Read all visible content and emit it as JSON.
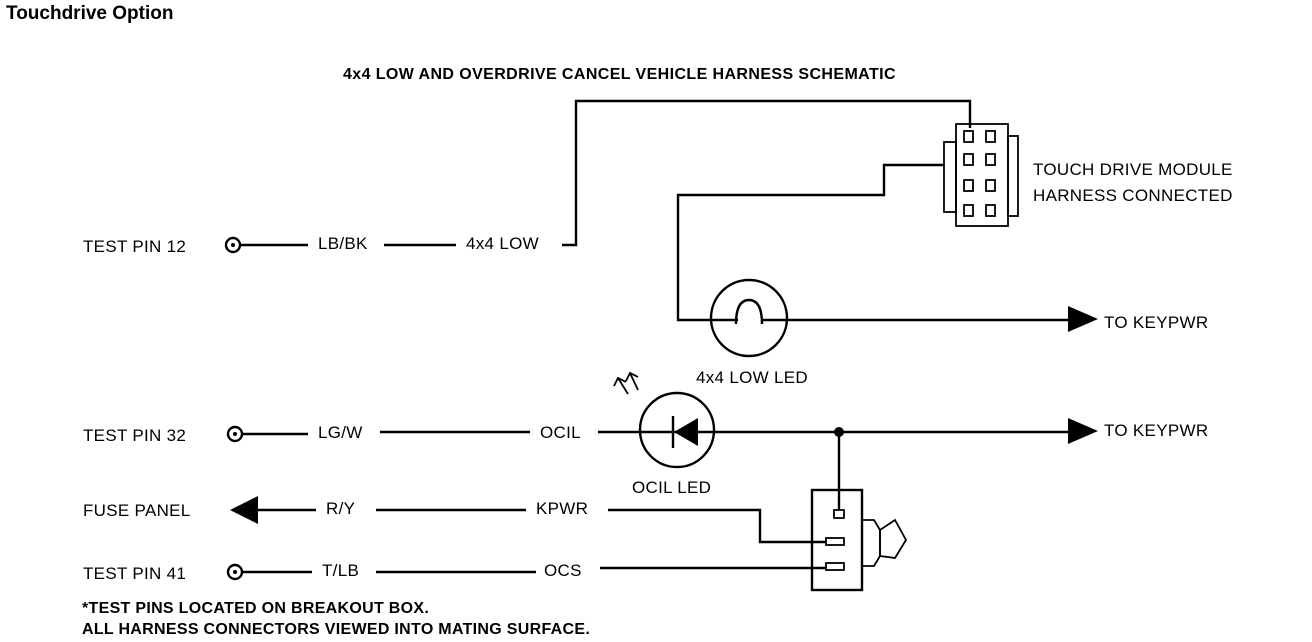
{
  "title": "Touchdrive Option",
  "heading": "4x4 LOW AND OVERDRIVE CANCEL VEHICLE HARNESS SCHEMATIC",
  "module": {
    "line1": "TOUCH DRIVE MODULE",
    "line2": "HARNESS CONNECTED"
  },
  "circuits": {
    "pin12": {
      "pin": "TEST PIN 12",
      "wire": "LB/BK",
      "signal": "4x4 LOW"
    },
    "pin32": {
      "pin": "TEST PIN 32",
      "wire": "LG/W",
      "signal": "OCIL"
    },
    "fuse": {
      "pin": "FUSE PANEL",
      "wire": "R/Y",
      "signal": "KPWR"
    },
    "pin41": {
      "pin": "TEST PIN 41",
      "wire": "T/LB",
      "signal": "OCS"
    }
  },
  "leds": {
    "low": "4x4 LOW LED",
    "ocil": "OCIL LED"
  },
  "outputs": {
    "upper": "TO KEYPWR",
    "lower": "TO KEYPWR"
  },
  "notes": {
    "line1": "*TEST PINS LOCATED ON BREAKOUT BOX.",
    "line2": "ALL HARNESS CONNECTORS VIEWED INTO MATING SURFACE."
  }
}
